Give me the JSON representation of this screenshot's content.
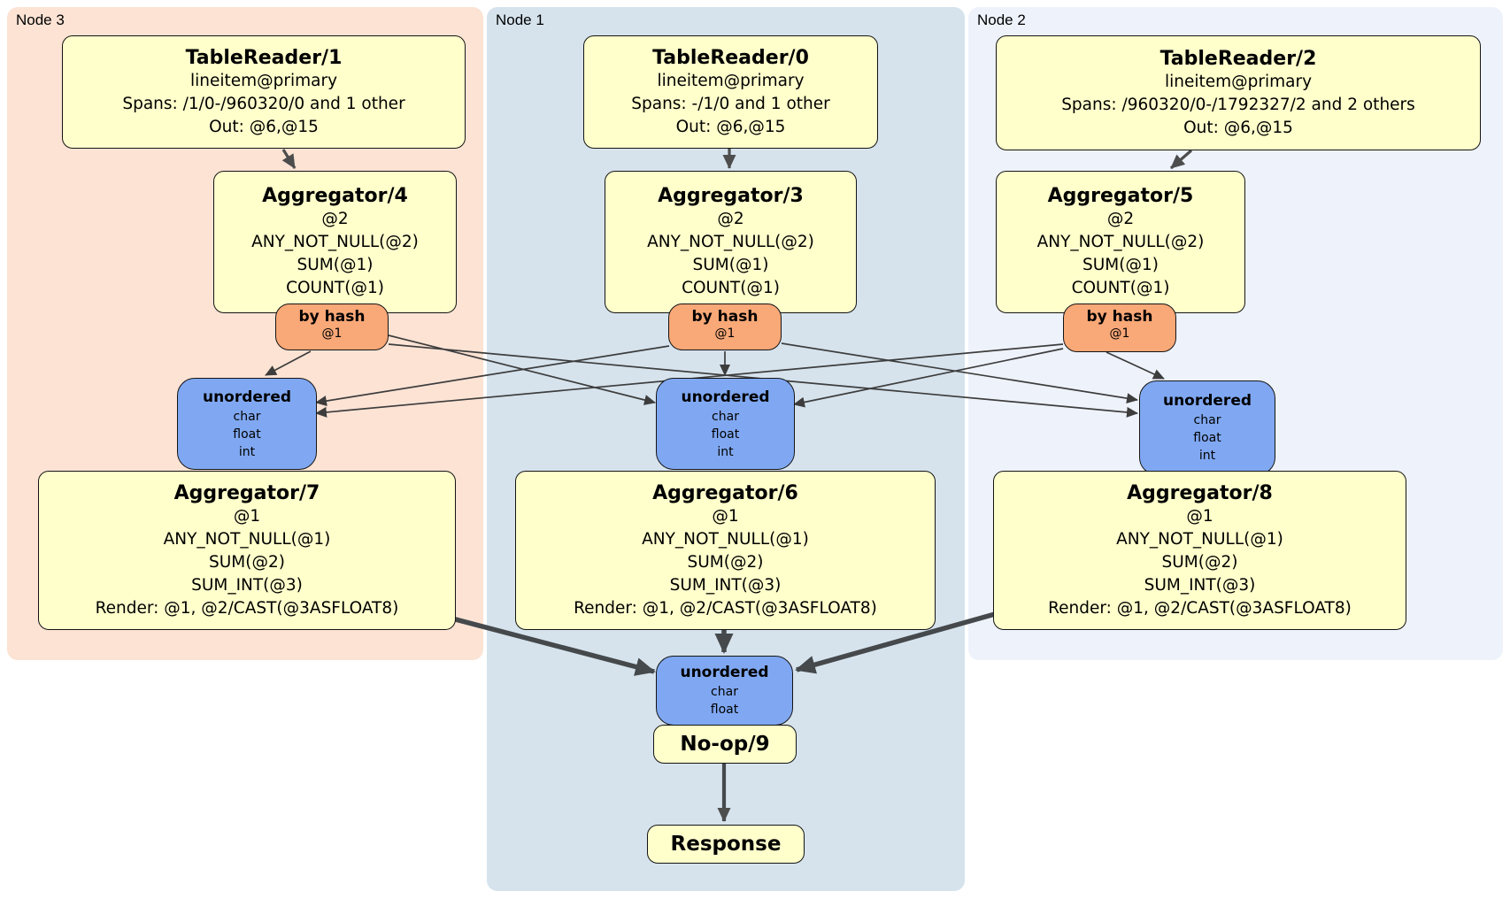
{
  "nodes": {
    "node3": {
      "label": "Node 3",
      "table_reader": {
        "title": "TableReader/1",
        "lines": [
          "lineitem@primary",
          "Spans: /1/0-/960320/0 and 1 other",
          "Out: @6,@15"
        ]
      },
      "aggregator_top": {
        "title": "Aggregator/4",
        "lines": [
          "@2",
          "ANY_NOT_NULL(@2)",
          "SUM(@1)",
          "COUNT(@1)"
        ]
      },
      "router": {
        "title": "by hash",
        "detail": "@1"
      },
      "synchronizer": {
        "title": "unordered",
        "types": [
          "char",
          "float",
          "int"
        ]
      },
      "aggregator_bottom": {
        "title": "Aggregator/7",
        "lines": [
          "@1",
          "ANY_NOT_NULL(@1)",
          "SUM(@2)",
          "SUM_INT(@3)",
          "Render: @1, @2/CAST(@3ASFLOAT8)"
        ]
      }
    },
    "node1": {
      "label": "Node 1",
      "table_reader": {
        "title": "TableReader/0",
        "lines": [
          "lineitem@primary",
          "Spans: -/1/0 and 1 other",
          "Out: @6,@15"
        ]
      },
      "aggregator_top": {
        "title": "Aggregator/3",
        "lines": [
          "@2",
          "ANY_NOT_NULL(@2)",
          "SUM(@1)",
          "COUNT(@1)"
        ]
      },
      "router": {
        "title": "by hash",
        "detail": "@1"
      },
      "synchronizer": {
        "title": "unordered",
        "types": [
          "char",
          "float",
          "int"
        ]
      },
      "aggregator_bottom": {
        "title": "Aggregator/6",
        "lines": [
          "@1",
          "ANY_NOT_NULL(@1)",
          "SUM(@2)",
          "SUM_INT(@3)",
          "Render: @1, @2/CAST(@3ASFLOAT8)"
        ]
      }
    },
    "node2": {
      "label": "Node 2",
      "table_reader": {
        "title": "TableReader/2",
        "lines": [
          "lineitem@primary",
          "Spans: /960320/0-/1792327/2 and 2 others",
          "Out: @6,@15"
        ]
      },
      "aggregator_top": {
        "title": "Aggregator/5",
        "lines": [
          "@2",
          "ANY_NOT_NULL(@2)",
          "SUM(@1)",
          "COUNT(@1)"
        ]
      },
      "router": {
        "title": "by hash",
        "detail": "@1"
      },
      "synchronizer": {
        "title": "unordered",
        "types": [
          "char",
          "float",
          "int"
        ]
      },
      "aggregator_bottom": {
        "title": "Aggregator/8",
        "lines": [
          "@1",
          "ANY_NOT_NULL(@1)",
          "SUM(@2)",
          "SUM_INT(@3)",
          "Render: @1, @2/CAST(@3ASFLOAT8)"
        ]
      }
    }
  },
  "final": {
    "synchronizer": {
      "title": "unordered",
      "types": [
        "char",
        "float"
      ]
    },
    "noop": "No-op/9",
    "response": "Response"
  },
  "colors": {
    "node3_bg": "#FCE3D4",
    "node1_bg": "#D6E3ED",
    "node2_bg": "#EEF2FB",
    "processor_fill": "#FFFFCC",
    "router_fill": "#F9A877",
    "synchronizer_fill": "#80A8F2",
    "edge": "#454545",
    "border": "#141414"
  }
}
